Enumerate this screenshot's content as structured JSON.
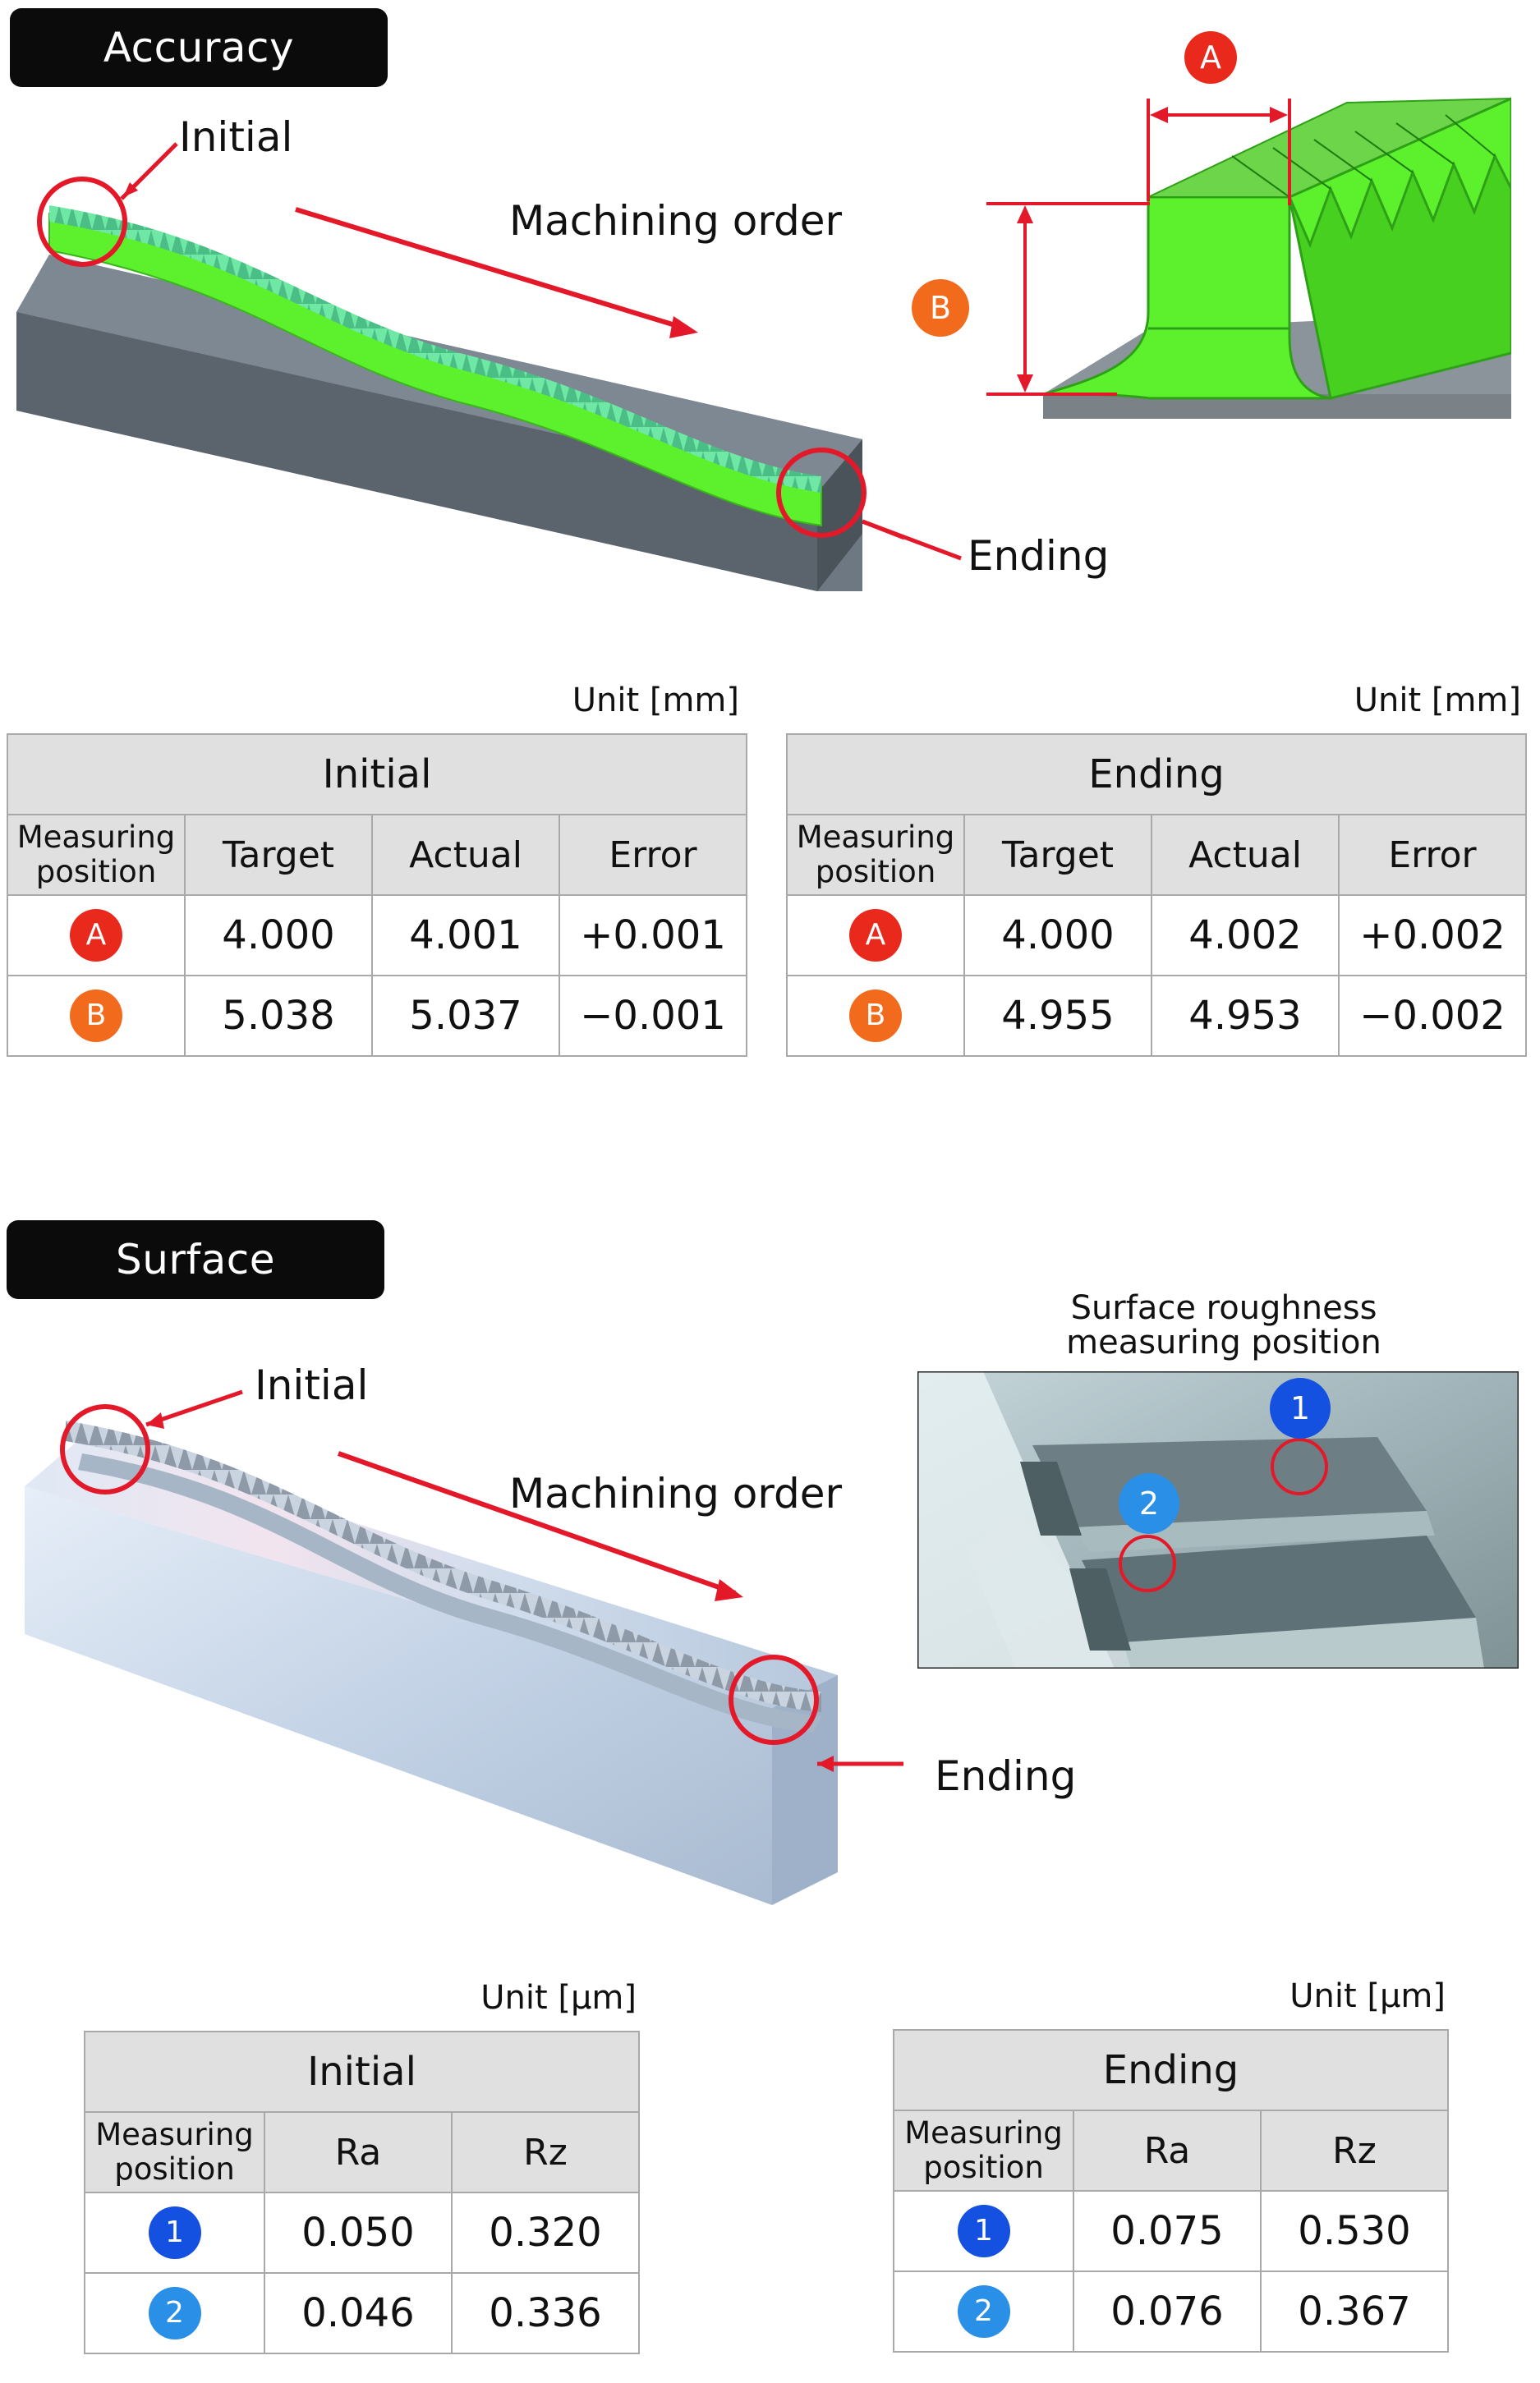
{
  "accuracy": {
    "header": "Accuracy",
    "initial_label": "Initial",
    "machining_order": "Machining order",
    "ending_label": "Ending",
    "marker_a": "A",
    "marker_b": "B",
    "colors": {
      "marker_a": "#e8291c",
      "marker_b": "#f26a1b",
      "part_green": "#5cf02d",
      "red_line": "#e3192a"
    },
    "initial_table": {
      "unit": "Unit [mm]",
      "title": "Initial",
      "headers": [
        "Measuring position",
        "Target",
        "Actual",
        "Error"
      ],
      "rows": [
        {
          "pos": "A",
          "target": "4.000",
          "actual": "4.001",
          "error": "+0.001"
        },
        {
          "pos": "B",
          "target": "5.038",
          "actual": "5.037",
          "error": "−0.001"
        }
      ]
    },
    "ending_table": {
      "unit": "Unit [mm]",
      "title": "Ending",
      "headers": [
        "Measuring position",
        "Target",
        "Actual",
        "Error"
      ],
      "rows": [
        {
          "pos": "A",
          "target": "4.000",
          "actual": "4.002",
          "error": "+0.002"
        },
        {
          "pos": "B",
          "target": "4.955",
          "actual": "4.953",
          "error": "−0.002"
        }
      ]
    }
  },
  "roughness": {
    "header": "Surface roughness",
    "initial_label": "Initial",
    "machining_order": "Machining order",
    "ending_label": "Ending",
    "photo_caption_line1": "Surface roughness",
    "photo_caption_line2": "measuring position",
    "marker_1": "1",
    "marker_2": "2",
    "colors": {
      "marker_1": "#1451e0",
      "marker_2": "#2a8fe6"
    },
    "initial_table": {
      "unit": "Unit [μm]",
      "title": "Initial",
      "headers": [
        "Measuring position",
        "Ra",
        "Rz"
      ],
      "rows": [
        {
          "pos": "1",
          "ra": "0.050",
          "rz": "0.320"
        },
        {
          "pos": "2",
          "ra": "0.046",
          "rz": "0.336"
        }
      ]
    },
    "ending_table": {
      "unit": "Unit [μm]",
      "title": "Ending",
      "headers": [
        "Measuring position",
        "Ra",
        "Rz"
      ],
      "rows": [
        {
          "pos": "1",
          "ra": "0.075",
          "rz": "0.530"
        },
        {
          "pos": "2",
          "ra": "0.076",
          "rz": "0.367"
        }
      ]
    }
  }
}
